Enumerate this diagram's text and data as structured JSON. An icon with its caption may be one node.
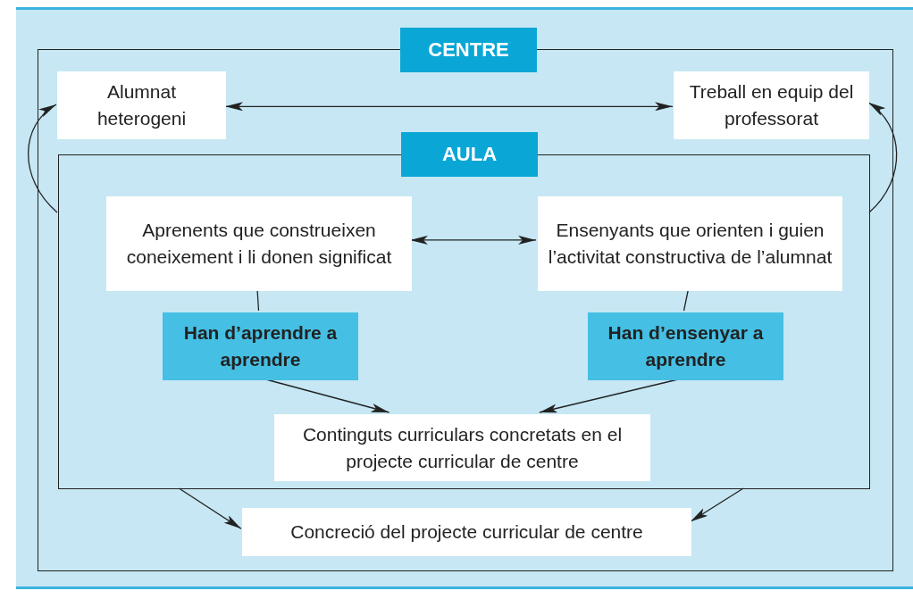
{
  "diagram": {
    "nodes": [
      {
        "text": [
          "CENTRE"
        ]
      },
      {
        "text": [
          "Alumnat heterogeni"
        ],
        "in": 0
      },
      {
        "text": [
          "Treball en equip del professorat"
        ],
        "in": 0
      },
      {
        "text": [
          "AULA"
        ],
        "in": 0
      },
      {
        "text": [
          "Aprenents que construeixen coneixement i li donen significat"
        ],
        "in": 3
      },
      {
        "text": [
          "Ensenyants que orienten i guien l’activitat constructiva de l’alumnat"
        ],
        "in": 3
      },
      {
        "text": [
          "Han d’aprendre a aprendre"
        ],
        "in": 3
      },
      {
        "text": [
          "Han d’ensenyar a aprendre"
        ],
        "in": 3
      },
      {
        "text": [
          "Continguts curriculars concretats en el projecte curricular de centre"
        ],
        "in": 3
      },
      {
        "text": [
          "Concreció del projecte curricular de centre"
        ],
        "in": 0
      }
    ],
    "edges": [
      {
        "from": 1,
        "to": 2,
        "arrow": "both"
      },
      {
        "from": 3,
        "to": 1,
        "arrow": "to"
      },
      {
        "from": 3,
        "to": 2,
        "arrow": "to"
      },
      {
        "from": 4,
        "to": 5,
        "arrow": "both"
      },
      {
        "from": 4,
        "to": 6,
        "arrow": "none"
      },
      {
        "from": 5,
        "to": 7,
        "arrow": "none"
      },
      {
        "from": 6,
        "to": 8,
        "arrow": "to"
      },
      {
        "from": 7,
        "to": 8,
        "arrow": "to"
      },
      {
        "from": 3,
        "to": 9,
        "arrow": "to"
      },
      {
        "from": 3,
        "to": 9,
        "arrow": "to"
      }
    ]
  }
}
